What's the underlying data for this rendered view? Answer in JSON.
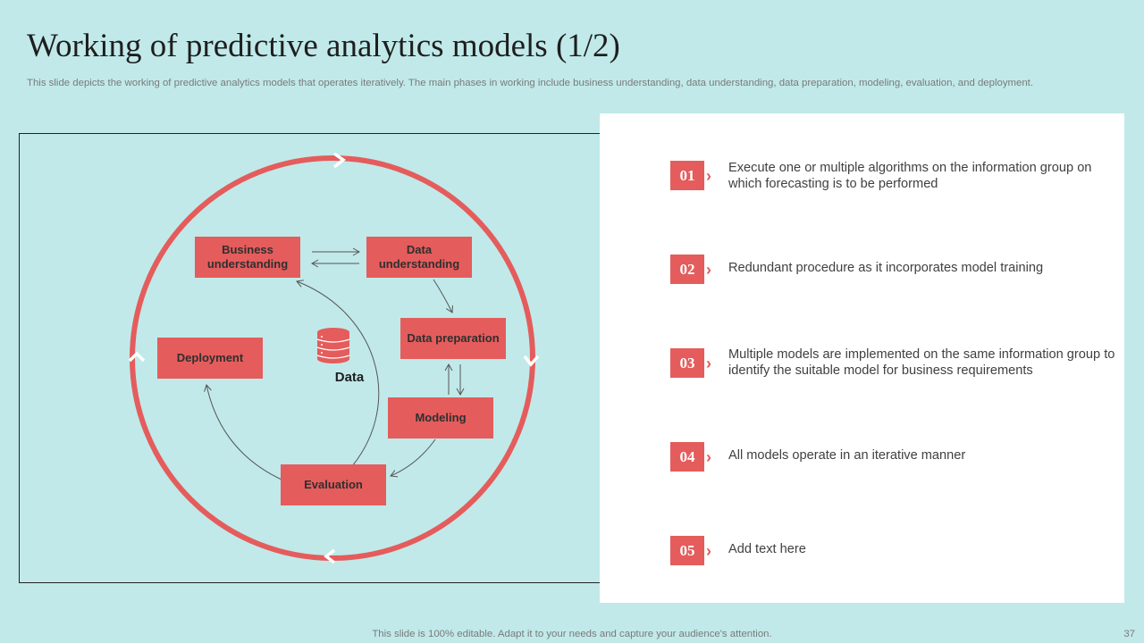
{
  "title": "Working of predictive analytics models (1/2)",
  "subtitle": "This slide depicts the working of predictive analytics models that operates iteratively. The main phases in working include business understanding, data understanding, data preparation, modeling, evaluation, and deployment.",
  "colors": {
    "accent": "#e55c5c",
    "background": "#c1e9e9",
    "panel": "#ffffff"
  },
  "diagram": {
    "nodes": {
      "business": "Business understanding",
      "data_understanding": "Data understanding",
      "data_preparation": "Data preparation",
      "modeling": "Modeling",
      "evaluation": "Evaluation",
      "deployment": "Deployment"
    },
    "center_label": "Data",
    "center_icon": "database-icon"
  },
  "items": [
    {
      "num": "01",
      "text": "Execute one or multiple algorithms on the information group on which forecasting is to be performed"
    },
    {
      "num": "02",
      "text": "Redundant procedure as it incorporates model training"
    },
    {
      "num": "03",
      "text": "Multiple models are implemented on the same information group to identify the suitable model for business  requirements"
    },
    {
      "num": "04",
      "text": "All models operate in an iterative manner"
    },
    {
      "num": "05",
      "text": "Add text here"
    }
  ],
  "footer": "This slide is 100% editable. Adapt it to your needs and capture your audience's attention.",
  "page_number": "37"
}
